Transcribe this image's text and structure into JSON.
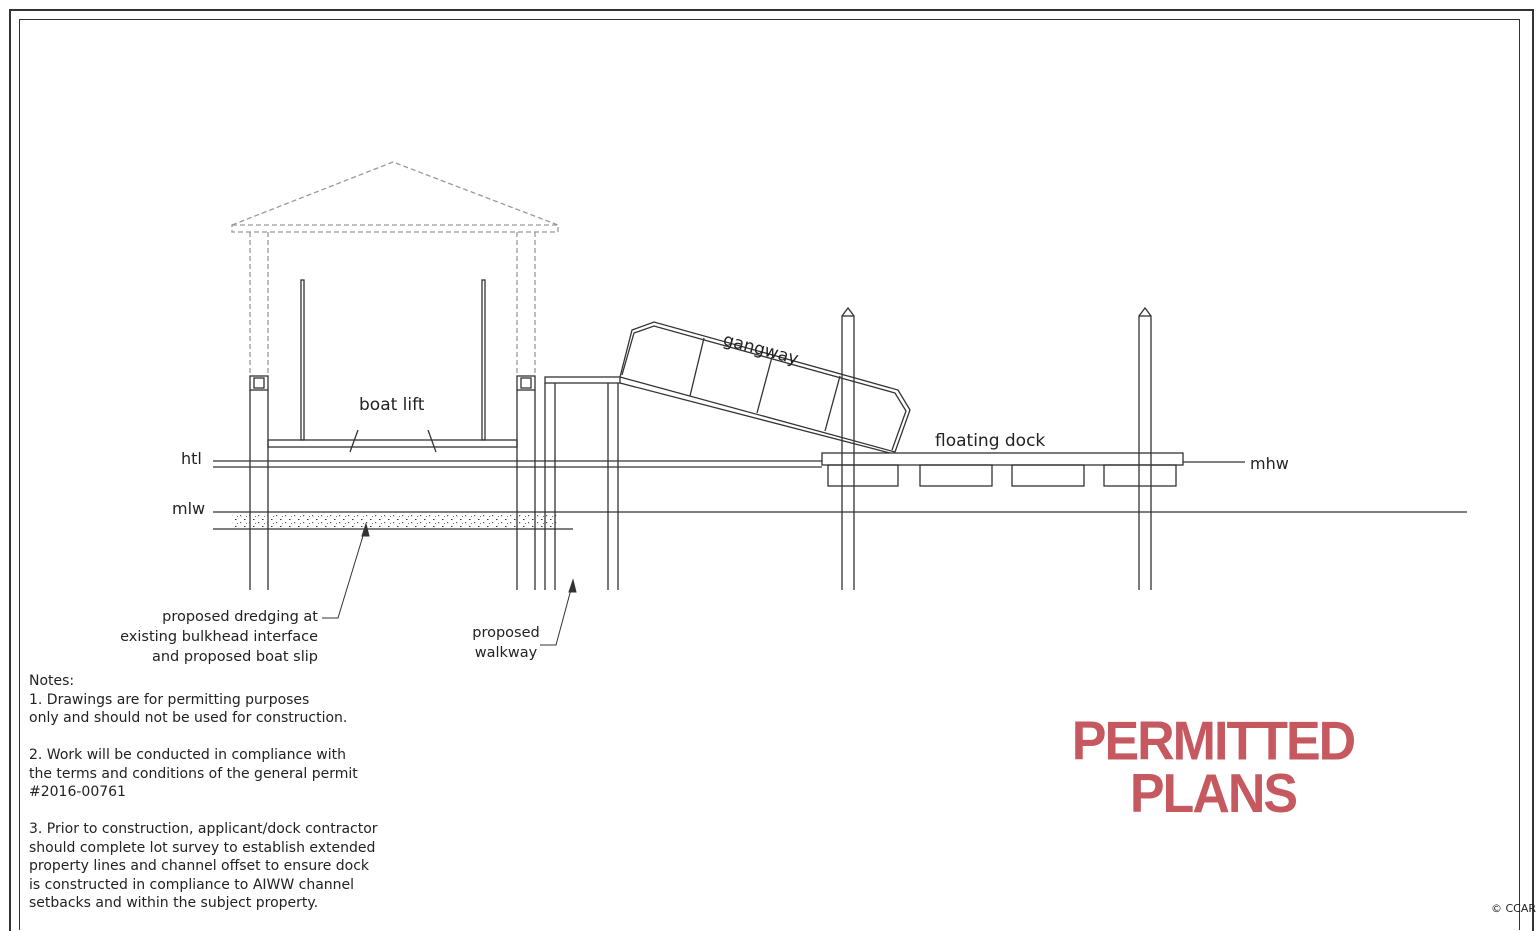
{
  "labels": {
    "boat_lift": "boat lift",
    "gangway": "gangway",
    "floating_dock": "floating dock",
    "htl": "htl",
    "mlw": "mlw",
    "mhw": "mhw",
    "dredging": [
      "proposed dredging at",
      "existing bulkhead interface",
      "and proposed boat slip"
    ],
    "walkway": [
      "proposed",
      "walkway"
    ]
  },
  "notes": {
    "title": "Notes:",
    "items": [
      [
        "1. Drawings are for permitting purposes",
        "only and should not be used for construction."
      ],
      [
        "2. Work will be conducted in compliance with",
        "the terms and conditions of the general permit",
        "#2016-00761"
      ],
      [
        "3. Prior to construction, applicant/dock contractor",
        "should complete lot survey to establish extended",
        "property lines and channel offset to ensure dock",
        "is constructed in compliance to AIWW channel",
        "setbacks and within the subject property."
      ]
    ]
  },
  "stamp": [
    "PERMITTED",
    "PLANS"
  ],
  "copyright": "© CCAR",
  "colors": {
    "stamp": "#c0474f",
    "line": "#222222"
  }
}
